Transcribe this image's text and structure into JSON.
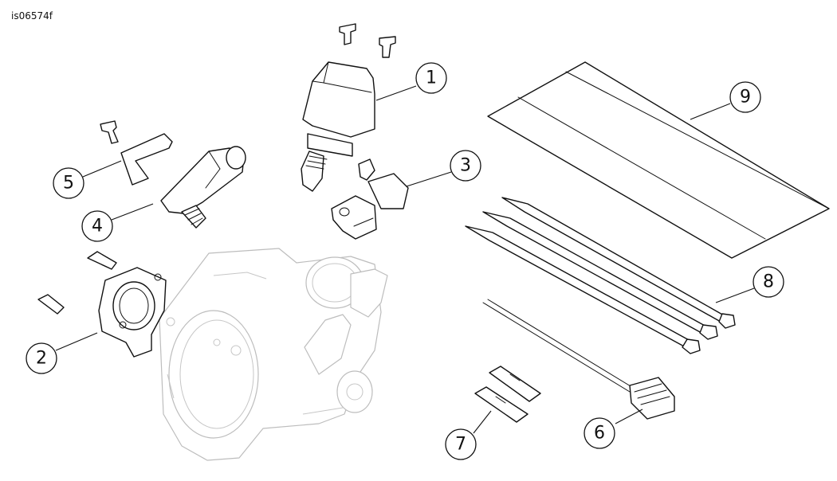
{
  "figure_id": "is06574f",
  "callouts": [
    {
      "id": "1",
      "label": "1"
    },
    {
      "id": "2",
      "label": "2"
    },
    {
      "id": "3",
      "label": "3"
    },
    {
      "id": "4",
      "label": "4"
    },
    {
      "id": "5",
      "label": "5"
    },
    {
      "id": "6",
      "label": "6"
    },
    {
      "id": "7",
      "label": "7"
    },
    {
      "id": "8",
      "label": "8"
    },
    {
      "id": "9",
      "label": "9"
    }
  ]
}
